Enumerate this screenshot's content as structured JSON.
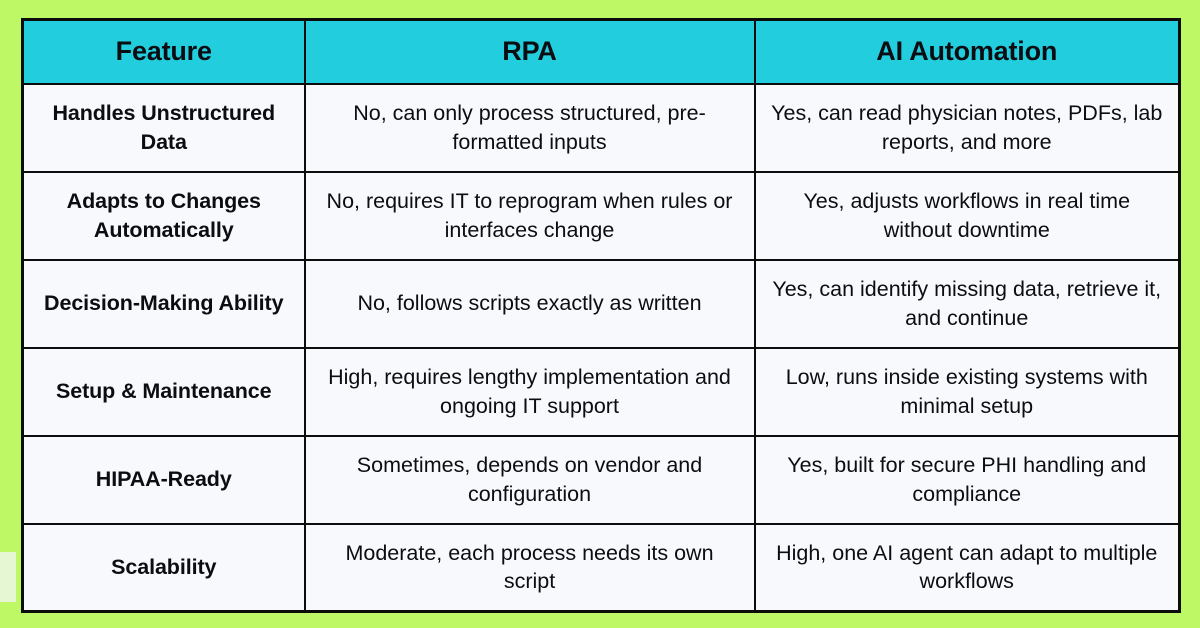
{
  "theme": {
    "page_background": "#bef965",
    "header_background": "#22cedd",
    "cell_background": "#f7f9fc",
    "border_color": "#0c0c0c",
    "text_color": "#0b0d12"
  },
  "table": {
    "headers": [
      "Feature",
      "RPA",
      "AI Automation"
    ],
    "rows": [
      {
        "feature": "Handles Unstructured Data",
        "rpa": "No, can only process structured, pre-formatted inputs",
        "ai": "Yes, can read physician notes, PDFs, lab reports, and more"
      },
      {
        "feature": "Adapts to Changes Automatically",
        "rpa": "No, requires IT to reprogram when rules or interfaces change",
        "ai": "Yes, adjusts workflows in real time without downtime"
      },
      {
        "feature": "Decision-Making Ability",
        "rpa": "No, follows scripts exactly as written",
        "ai": "Yes, can identify missing data, retrieve it, and continue"
      },
      {
        "feature": "Setup & Maintenance",
        "rpa": "High, requires lengthy implementation and ongoing IT support",
        "ai": "Low, runs inside existing systems with minimal setup"
      },
      {
        "feature": "HIPAA-Ready",
        "rpa": "Sometimes, depends on vendor and configuration",
        "ai": "Yes, built for secure PHI handling and compliance"
      },
      {
        "feature": "Scalability",
        "rpa": "Moderate, each process needs its own script",
        "ai": "High, one AI agent can adapt to multiple workflows"
      }
    ]
  }
}
